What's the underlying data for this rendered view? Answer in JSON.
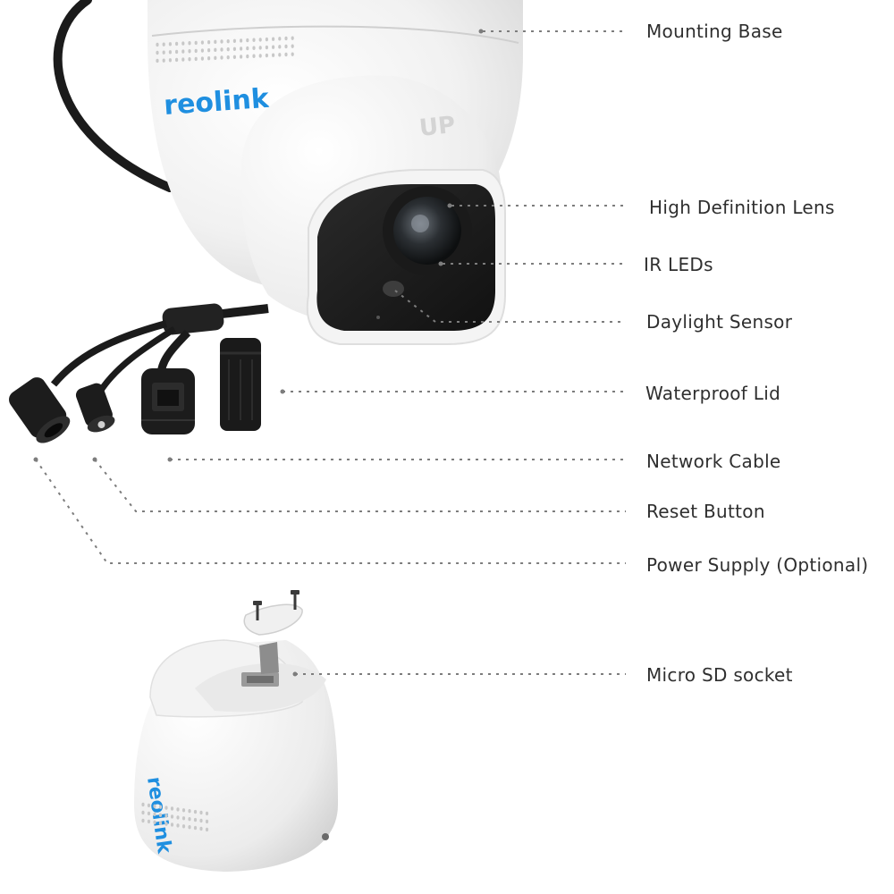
{
  "brand": {
    "logo_text": "reolink",
    "accent_color": "#1f8fe0"
  },
  "camera": {
    "orientation_mark": "UP"
  },
  "callouts": [
    {
      "id": "mounting-base",
      "label": "Mounting Base"
    },
    {
      "id": "hd-lens",
      "label": "High Definition Lens"
    },
    {
      "id": "ir-leds",
      "label": "IR LEDs"
    },
    {
      "id": "daylight-sensor",
      "label": "Daylight Sensor"
    },
    {
      "id": "waterproof-lid",
      "label": "Waterproof Lid"
    },
    {
      "id": "network-cable",
      "label": "Network Cable"
    },
    {
      "id": "reset-button",
      "label": "Reset Button"
    },
    {
      "id": "power-supply",
      "label": "Power Supply (Optional)"
    },
    {
      "id": "micro-sd-socket",
      "label": "Micro SD socket"
    }
  ]
}
